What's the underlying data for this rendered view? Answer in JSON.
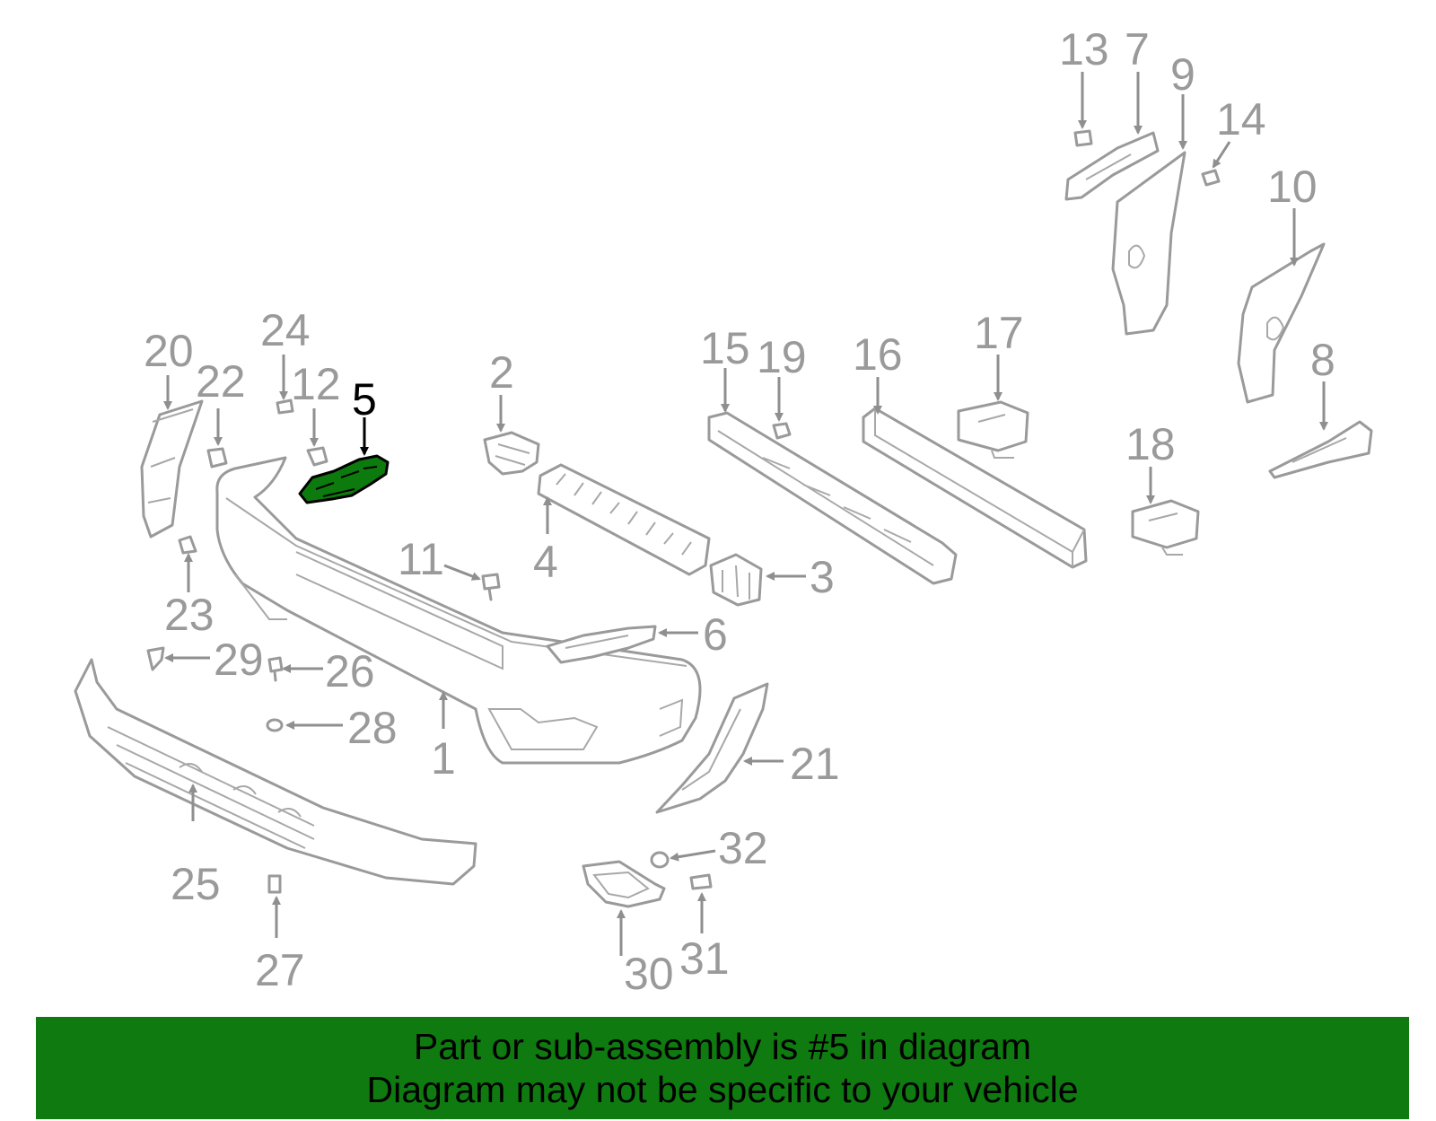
{
  "callouts": {
    "c1": "1",
    "c2": "2",
    "c3": "3",
    "c4": "4",
    "c5": "5",
    "c6": "6",
    "c7": "7",
    "c8": "8",
    "c9": "9",
    "c10": "10",
    "c11": "11",
    "c12": "12",
    "c13": "13",
    "c14": "14",
    "c15": "15",
    "c16": "16",
    "c17": "17",
    "c18": "18",
    "c19": "19",
    "c20": "20",
    "c21": "21",
    "c22": "22",
    "c23": "23",
    "c24": "24",
    "c25": "25",
    "c26": "26",
    "c27": "27",
    "c28": "28",
    "c29": "29",
    "c30": "30",
    "c31": "31",
    "c32": "32"
  },
  "highlighted_part": "5",
  "colors": {
    "banner": "#0f7a10",
    "highlight_part": "#0d7a0d",
    "line_art": "#9a9a9a"
  },
  "banner": {
    "line1": "Part or sub-assembly is #5 in diagram",
    "line2": "Diagram may not be specific to your vehicle"
  }
}
